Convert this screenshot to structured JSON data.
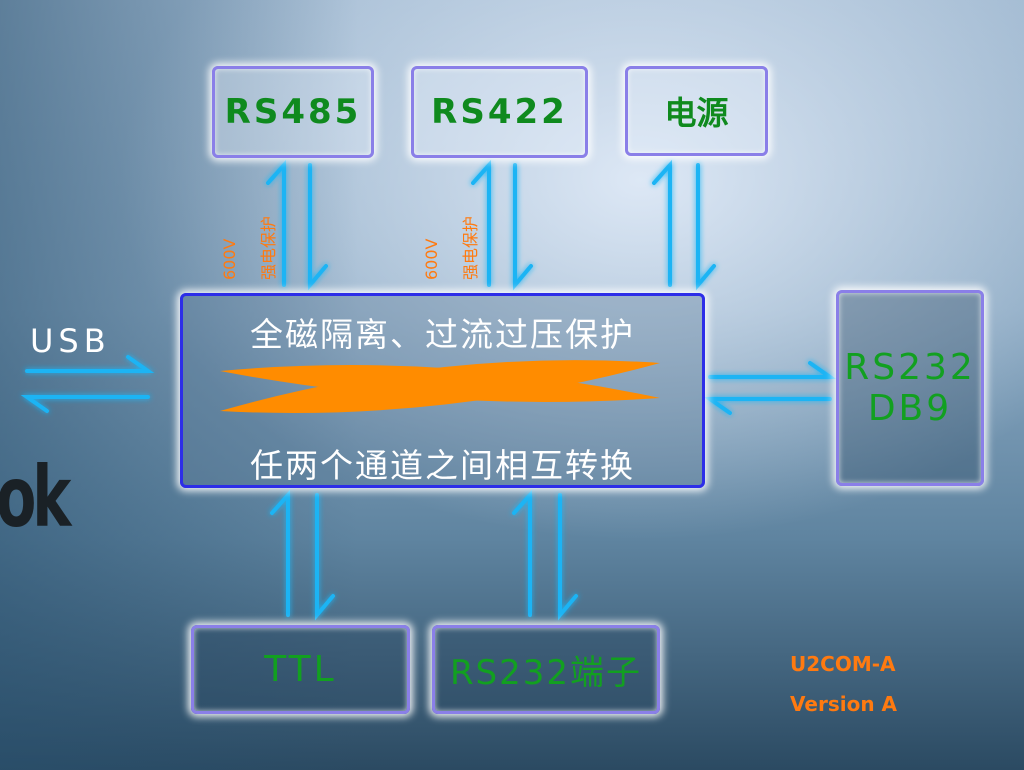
{
  "boxes": {
    "rs485": "RS485",
    "rs422": "RS422",
    "power": "电源",
    "rs232_db9_line1": "RS232",
    "rs232_db9_line2": "DB9",
    "ttl": "TTL",
    "rs232_terminal": "RS232端子"
  },
  "main": {
    "line1": "全磁隔离、过流过压保护",
    "line2": "任两个通道之间相互转换"
  },
  "usb_label": "USB",
  "protection": {
    "voltage": "600V",
    "text": "强电保护"
  },
  "partial_logo": "ok",
  "model": "U2COM-A",
  "version": "Version A",
  "colors": {
    "arrow": "#1ab4f4",
    "x_mark": "#ff8c00",
    "box_text": "#0f8a1e",
    "note": "#ff7a10"
  }
}
